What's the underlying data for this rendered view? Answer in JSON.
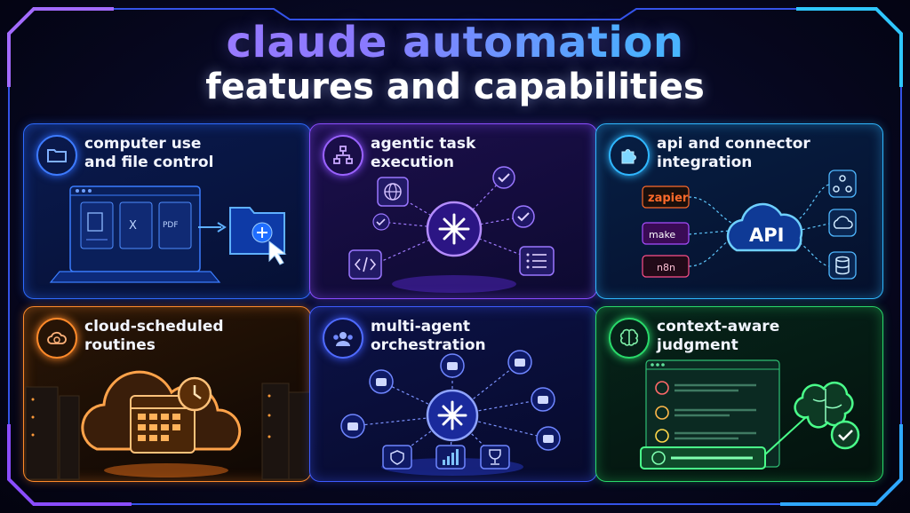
{
  "header": {
    "title_line1": "claude automation",
    "title_line2": "features and capabilities"
  },
  "panels": [
    {
      "id": "computer-use",
      "title_line1": "computer use",
      "title_line2": "and file control",
      "accent": "#2d6bff",
      "icon": "folder-icon"
    },
    {
      "id": "agentic-task",
      "title_line1": "agentic task",
      "title_line2": "execution",
      "accent": "#8a4dff",
      "icon": "flowchart-icon"
    },
    {
      "id": "api-connector",
      "title_line1": "api and connector",
      "title_line2": "integration",
      "accent": "#2fb7ff",
      "icon": "puzzle-icon",
      "connectors": [
        "zapier",
        "make",
        "n8n"
      ],
      "hub_label": "API"
    },
    {
      "id": "cloud-scheduled",
      "title_line1": "cloud-scheduled",
      "title_line2": "routines",
      "accent": "#ff8a2a",
      "icon": "cloud-clock-icon"
    },
    {
      "id": "multi-agent",
      "title_line1": "multi-agent",
      "title_line2": "orchestration",
      "accent": "#3e5bff",
      "icon": "users-icon"
    },
    {
      "id": "context-aware",
      "title_line1": "context-aware",
      "title_line2": "judgment",
      "accent": "#29d96a",
      "icon": "brain-icon"
    }
  ],
  "file_labels": [
    "X",
    "PDF"
  ]
}
